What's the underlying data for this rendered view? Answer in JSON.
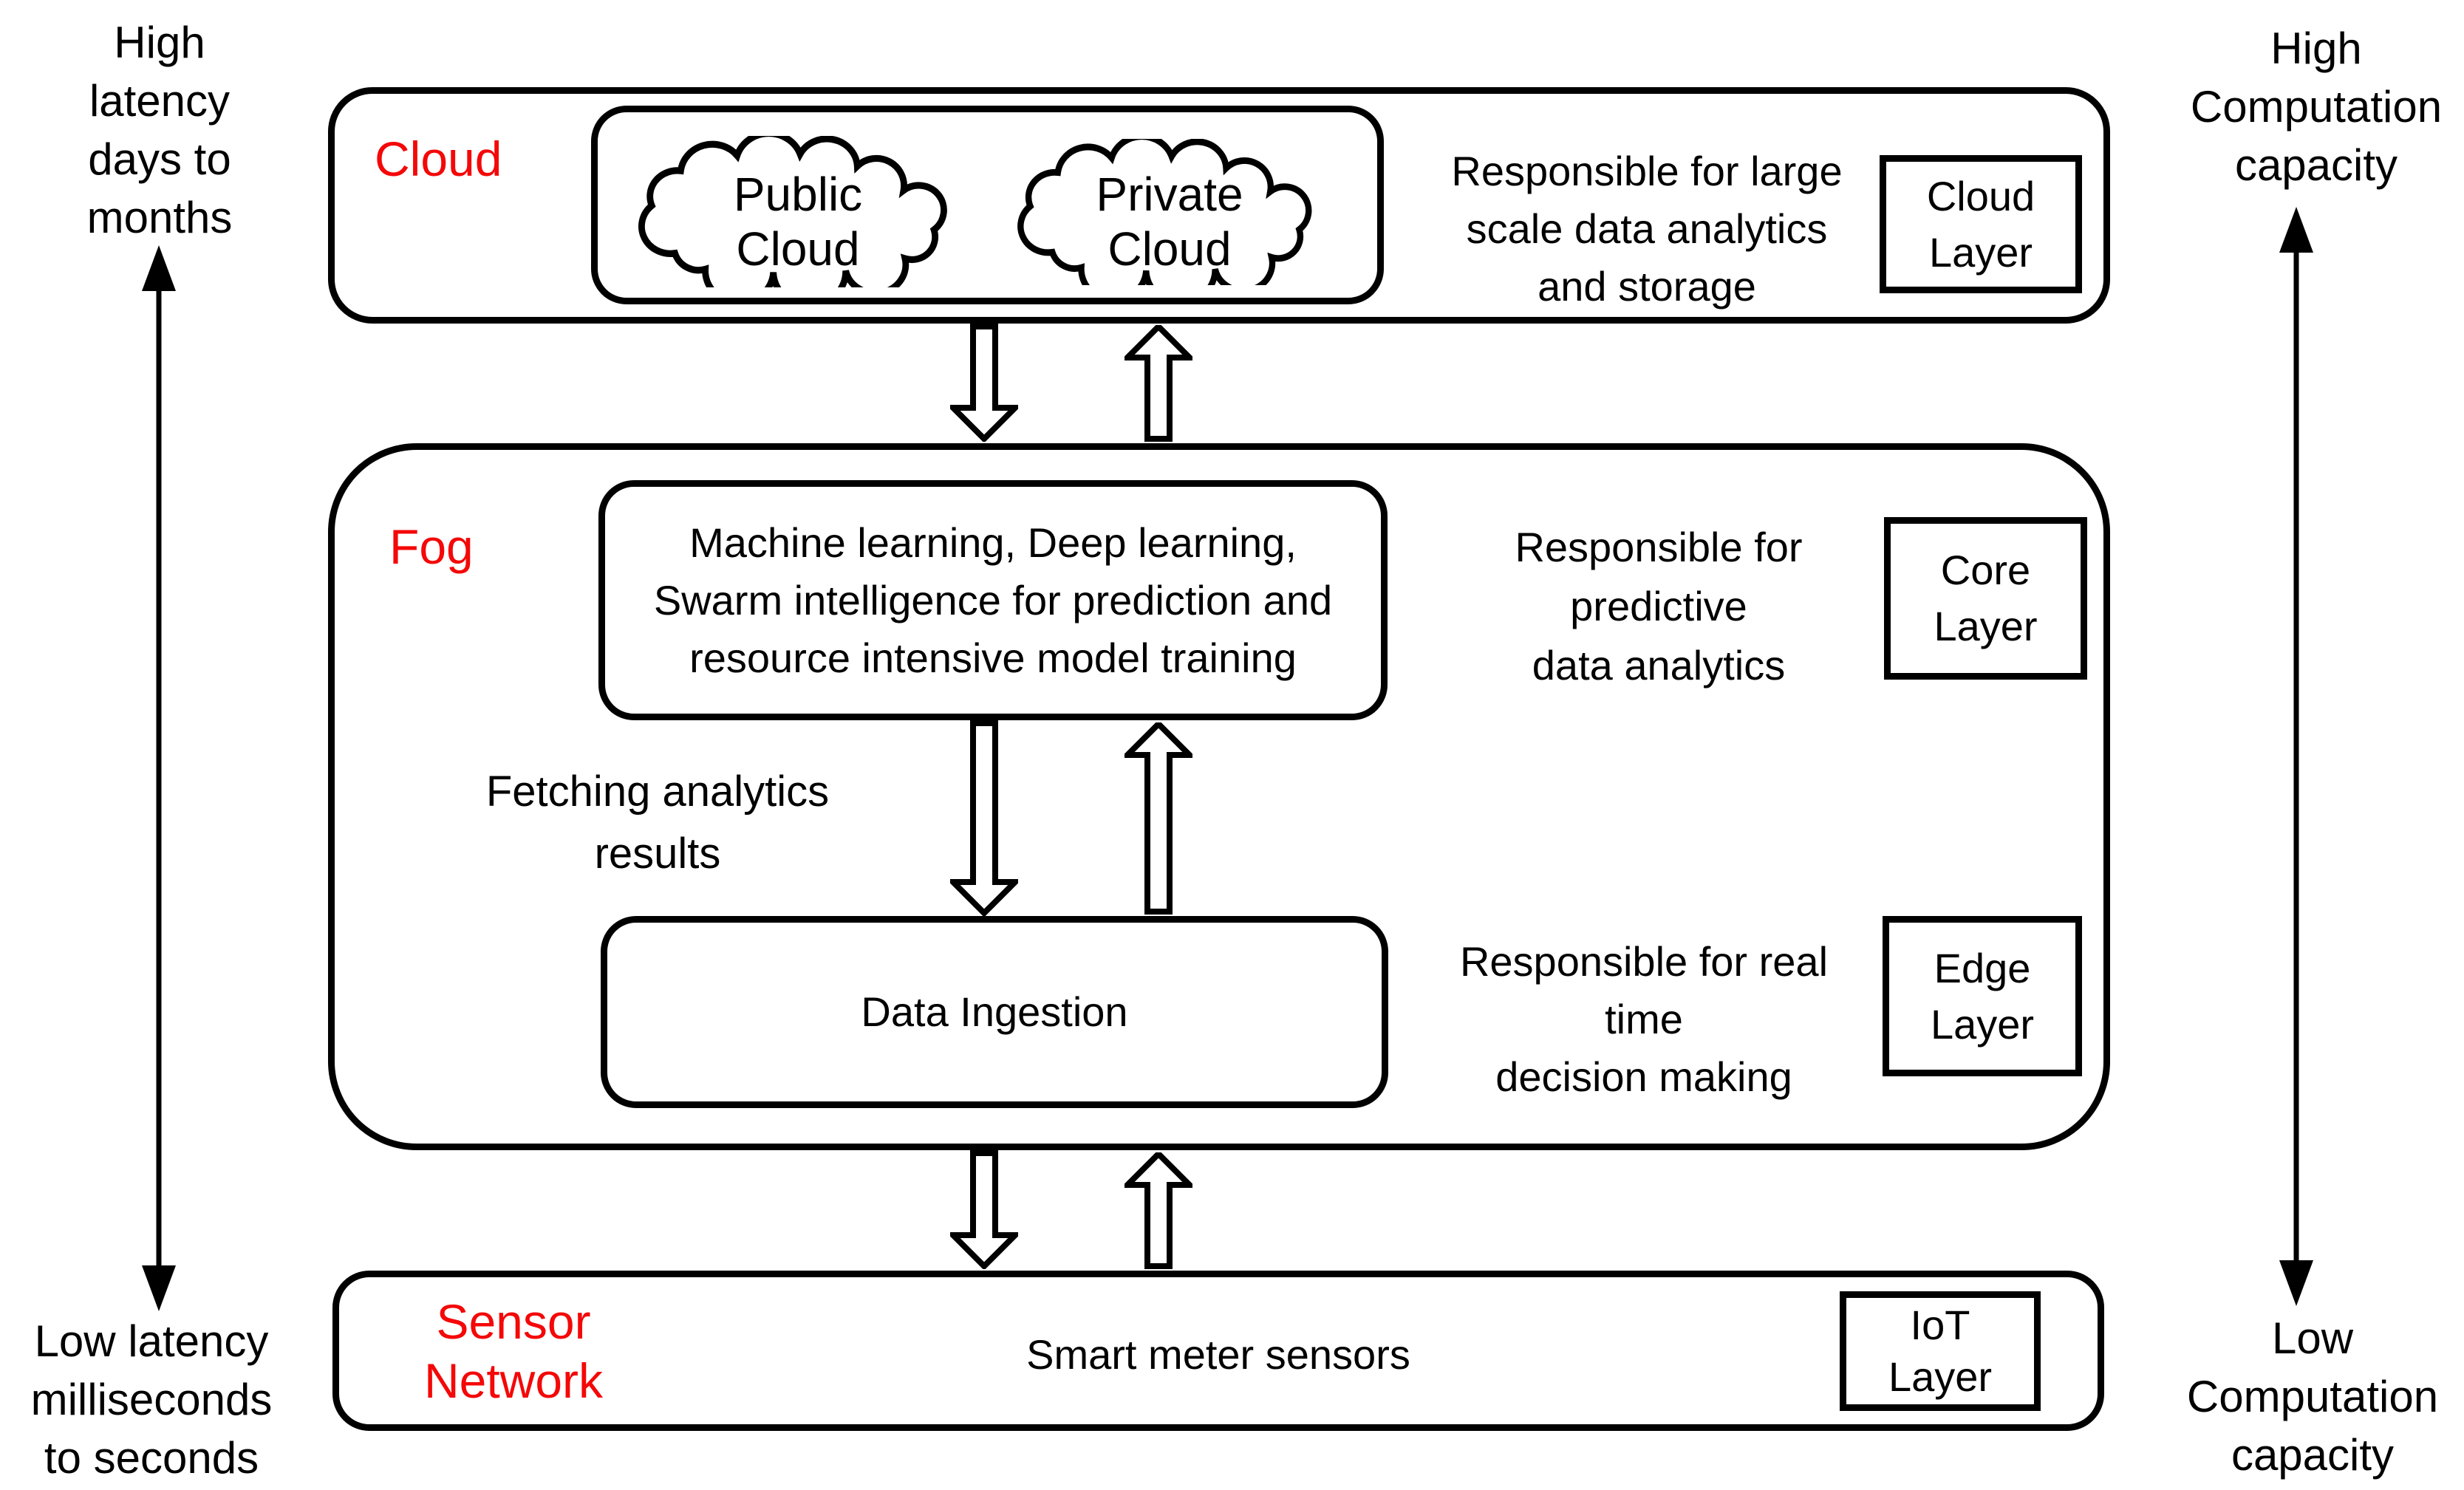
{
  "colors": {
    "accent_red": "#f40808",
    "line": "#000000",
    "background": "#ffffff"
  },
  "left_axis": {
    "top_label": "High\nlatency\ndays to\nmonths",
    "bottom_label": "Low latency\nmilliseconds\nto seconds"
  },
  "right_axis": {
    "top_label": "High\nComputation\ncapacity",
    "bottom_label": "Low\nComputation\ncapacity"
  },
  "cloud": {
    "label": "Cloud",
    "public_cloud": "Public\nCloud",
    "private_cloud": "Private\nCloud",
    "responsibility": "Responsible for large\nscale data analytics\nand storage",
    "tag": "Cloud\nLayer"
  },
  "fog": {
    "label": "Fog",
    "ml_text": "Machine learning, Deep learning,\nSwarm intelligence for prediction and\nresource intensive model training",
    "core_responsibility": "Responsible for\npredictive\ndata analytics",
    "core_tag": "Core\nLayer",
    "fetching": "Fetching analytics\nresults",
    "data_ingestion": "Data Ingestion",
    "edge_responsibility": "Responsible for real\ntime\ndecision making",
    "edge_tag": "Edge\nLayer"
  },
  "sensor": {
    "label": "Sensor\nNetwork",
    "content": "Smart meter sensors",
    "tag": "IoT\nLayer"
  }
}
